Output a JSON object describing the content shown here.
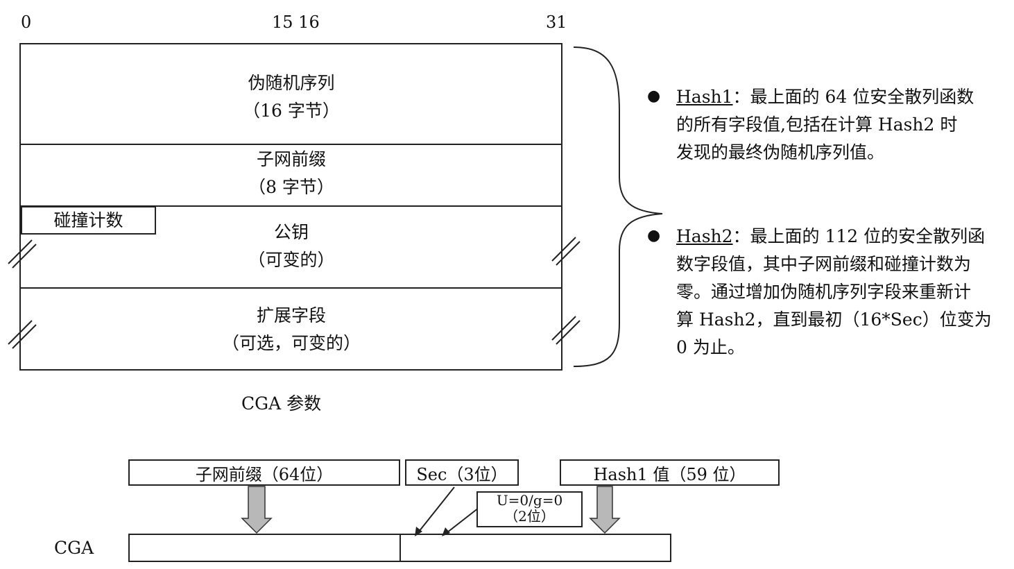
{
  "bit_labels": {
    "start": "0",
    "mid": "15 16",
    "end": "31"
  },
  "fields": {
    "modifier": {
      "name": "伪随机序列",
      "size": "（16 字节）"
    },
    "subnet_prefix": {
      "name": "子网前缀",
      "size": "（8 字节）"
    },
    "collision_count": {
      "name": "碰撞计数"
    },
    "public_key": {
      "name": "公钥",
      "size": "（可变的）"
    },
    "extension": {
      "name": "扩展字段",
      "size": "（可选，可变的）"
    }
  },
  "params_caption": "CGA 参数",
  "hash1": {
    "term": "Hash1",
    "lines": [
      "：最上面的 64 位安全散列函数",
      "的所有字段值,包括在计算 Hash2 时",
      "发现的最终伪随机序列值。"
    ]
  },
  "hash2": {
    "term": "Hash2",
    "lines": [
      "：最上面的 112 位的安全散列函",
      "数字段值，其中子网前缀和碰撞计数为",
      "零。通过增加伪随机序列字段来重新计",
      "算 Hash2，直到最初（16*Sec）位变为",
      "0 为止。"
    ]
  },
  "bottom": {
    "subnet_label": "子网前缀（64位）",
    "sec_label": "Sec（3位）",
    "hash1_label": "Hash1 值（59 位）",
    "ug_line1": "U=0/g=0",
    "ug_line2": "（2位）",
    "cga_label": "CGA"
  }
}
